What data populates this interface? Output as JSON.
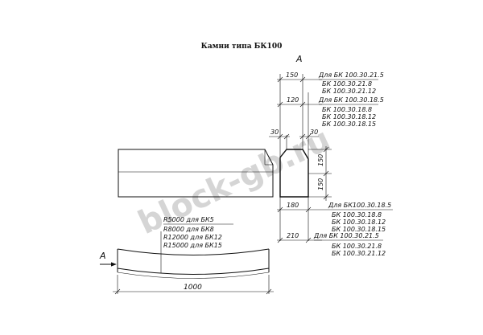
{
  "title": "Камни типа БК100",
  "watermark": "block-gb.ru",
  "section_label": "A",
  "arrow_label": "A",
  "top_dims": {
    "d150": "150",
    "d120": "120",
    "d30_left": "30",
    "d30_right": "30",
    "v150_top": "150",
    "v150_bottom": "150",
    "d180": "180",
    "d210": "210"
  },
  "top_labels": {
    "l1": "Для БК 100.30.21.5",
    "l1a": "БК 100.30.21.8",
    "l1b": "БК 100.30.21.12",
    "l2": "Для БК 100.30.18.5",
    "l2a": "БК 100.30.18.8",
    "l2b": "БК 100.30.18.12",
    "l2c": "БК 100.30.18.15"
  },
  "bottom_labels": {
    "b1": "Для БК100.30.18.5",
    "b1a": "БК 100.30.18.8",
    "b1b": "БК 100.30.18.12",
    "b1c": "БК 100.30.18.15",
    "b2": "Для БК 100.30.21.5",
    "b2a": "БК 100.30.21.8",
    "b2b": "БК 100.30.21.12"
  },
  "radii": {
    "r1": "R5000 для БК5",
    "r2": "R8000 для БК8",
    "r3": "R12000 для БК12",
    "r4": "R15000 для БК15"
  },
  "length_dim": "1000"
}
